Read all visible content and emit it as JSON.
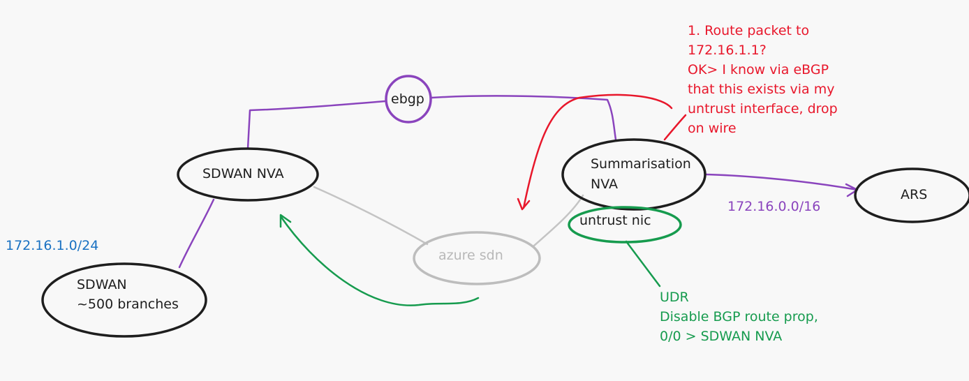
{
  "nodes": {
    "ebgp": "ebgp",
    "sdwan_nva": "SDWAN NVA",
    "summarisation_nva": [
      "Summarisation",
      "NVA"
    ],
    "ars": "ARS",
    "sdwan_branches": [
      "SDWAN",
      "~500 branches"
    ],
    "azure_sdn": "azure sdn",
    "untrust_nic": "untrust nic"
  },
  "labels": {
    "branch_prefix": "172.16.1.0/24",
    "summary_prefix": "172.16.0.0/16"
  },
  "notes": {
    "route_note": [
      "1. Route packet to",
      "172.16.1.1?",
      "OK> I know via eBGP",
      "that this exists via my",
      "untrust interface, drop",
      "on wire"
    ],
    "udr_note": [
      "UDR",
      "Disable BGP route prop,",
      "0/0 > SDWAN NVA"
    ]
  },
  "colors": {
    "purple": "#8a44bd",
    "red": "#e8172b",
    "green": "#169b4e",
    "blue": "#1971c2",
    "gray": "#bdbdbd",
    "black": "#1e1e1e"
  }
}
